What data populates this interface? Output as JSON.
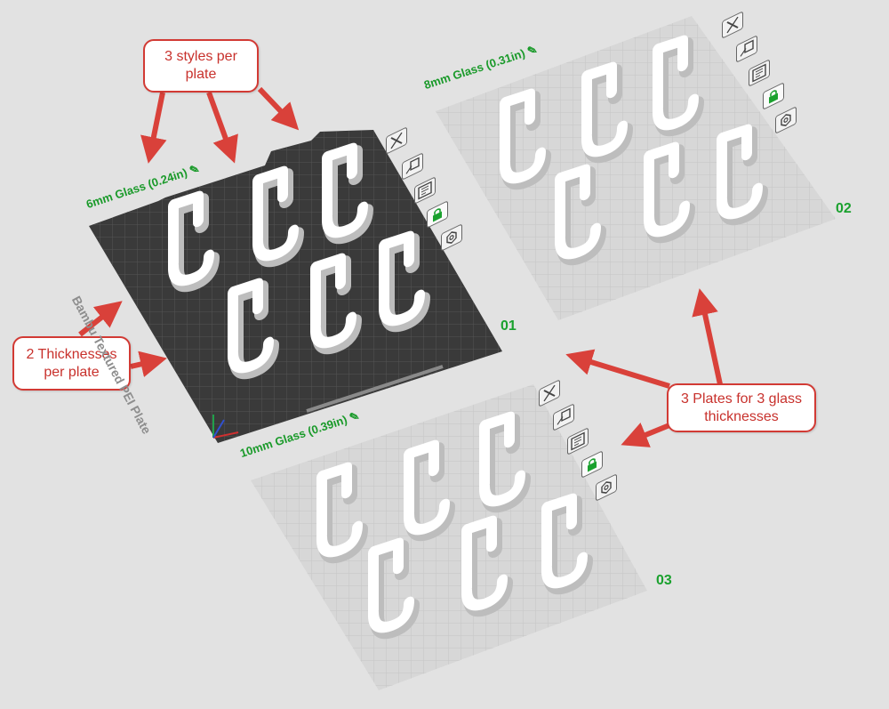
{
  "callouts": {
    "styles": "3 styles per plate",
    "thicknesses": "2 Thicknesses per plate",
    "plates": "3 Plates for 3 glass thicknesses"
  },
  "plates": [
    {
      "label": "6mm Glass (0.24in)",
      "number": "01",
      "surface_text": "Bambu Textured PEI Plate"
    },
    {
      "label": "8mm Glass (0.31in)",
      "number": "02"
    },
    {
      "label": "10mm Glass (0.39in)",
      "number": "03"
    }
  ],
  "colors": {
    "callout_border": "#d23a34",
    "callout_text": "#c8312c",
    "arrow": "#d9413a",
    "plate_label": "#1a9a2a",
    "active_plate": "#3a3a3a",
    "inactive_plate": "#d7d7d7",
    "lock_icon": "#1aa12e"
  },
  "plate_tools": [
    "close-icon",
    "auto-orient-icon",
    "arrange-icon",
    "lock-icon",
    "settings-icon"
  ]
}
